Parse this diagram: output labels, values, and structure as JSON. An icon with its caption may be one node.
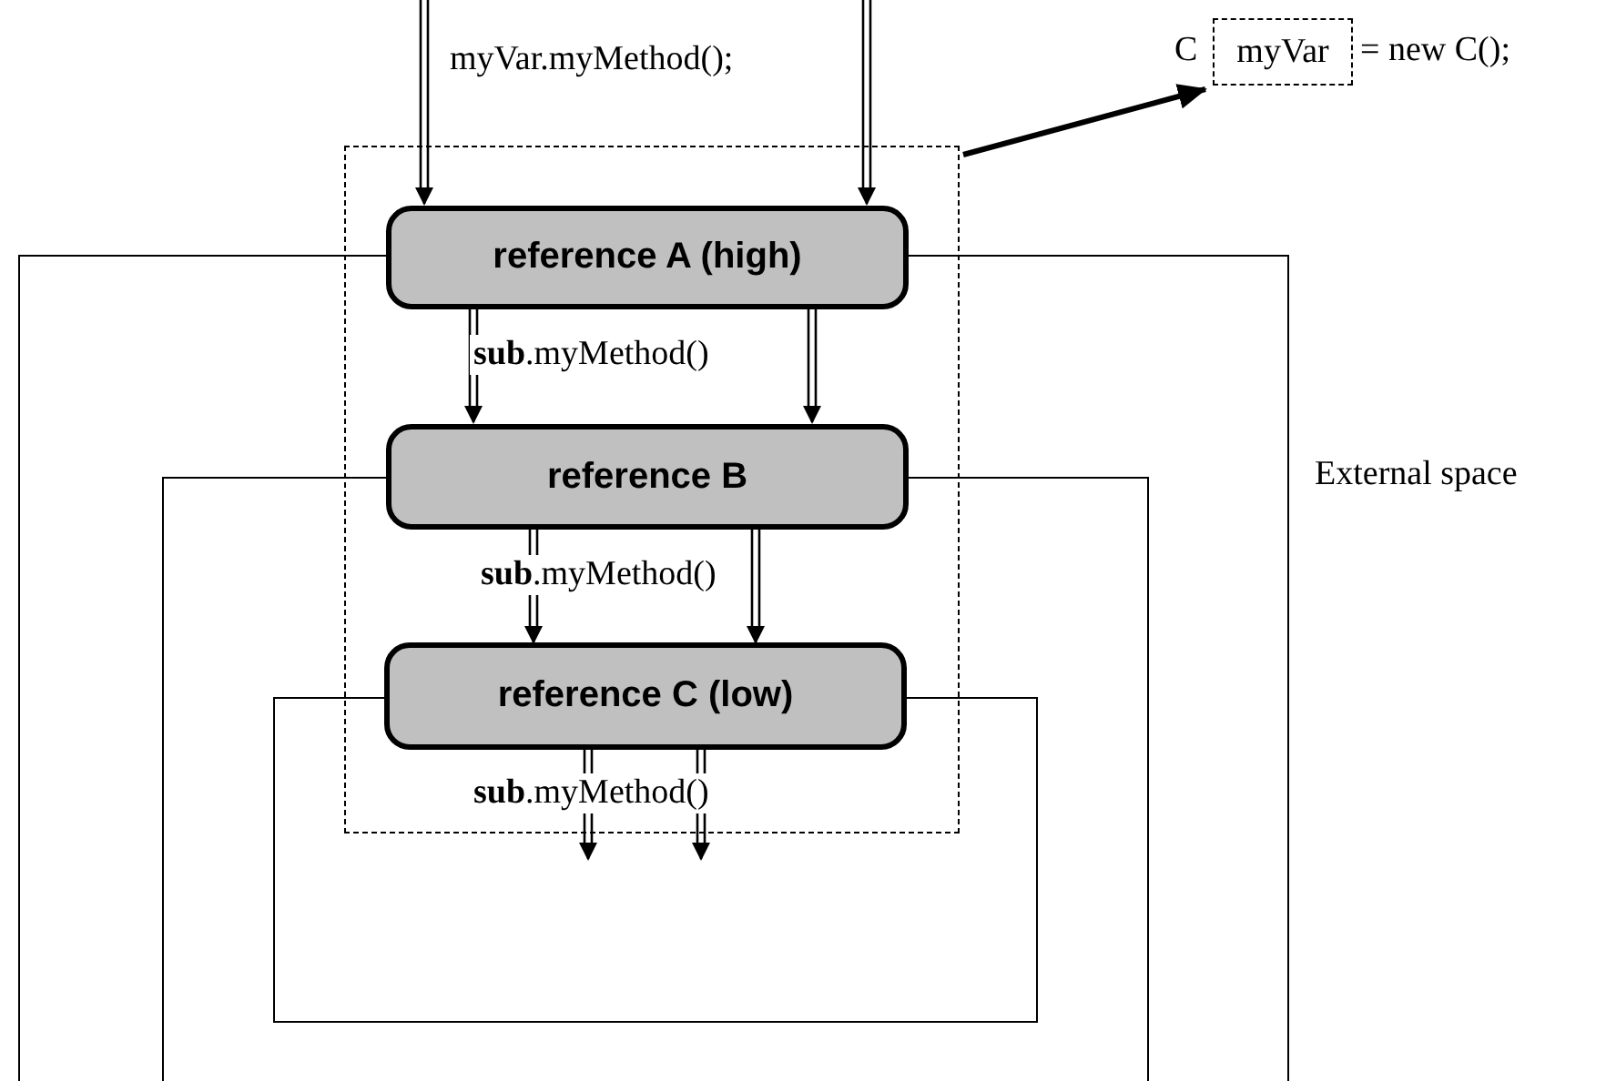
{
  "diagram": {
    "nodes": [
      {
        "text": [],
        "shape": "box"
      },
      {
        "text": [],
        "shape": "box",
        "in": 0
      },
      {
        "text": [],
        "shape": "box",
        "in": 1
      },
      {
        "text": [],
        "shape": "box"
      },
      {
        "text": [
          "reference A (high)"
        ],
        "in": 3
      },
      {
        "text": [
          "reference B"
        ],
        "in": 3
      },
      {
        "text": [
          "reference C (low)"
        ]
      },
      {
        "text": [
          "myVar"
        ],
        "beside": [
          "C",
          "= new C();"
        ]
      }
    ],
    "edges": [
      {
        "from": null,
        "to": 4,
        "arrow": "to",
        "label": "myVar.myMethod();"
      },
      {
        "from": null,
        "to": 4,
        "arrow": "to"
      },
      {
        "from": 4,
        "to": 5,
        "arrow": "to",
        "label": "**sub**.myMethod()"
      },
      {
        "from": 4,
        "to": 5,
        "arrow": "to"
      },
      {
        "from": 5,
        "to": 6,
        "arrow": "to",
        "label": "**sub**.myMethod()"
      },
      {
        "from": 5,
        "to": 6,
        "arrow": "to"
      },
      {
        "from": 6,
        "to": 2,
        "arrow": "to",
        "label": "**sub**.myMethod()"
      },
      {
        "from": 6,
        "to": 2,
        "arrow": "to"
      },
      {
        "from": 3,
        "to": 7,
        "arrow": "to",
        "style": "thick"
      }
    ],
    "labels": [
      "External space"
    ]
  }
}
